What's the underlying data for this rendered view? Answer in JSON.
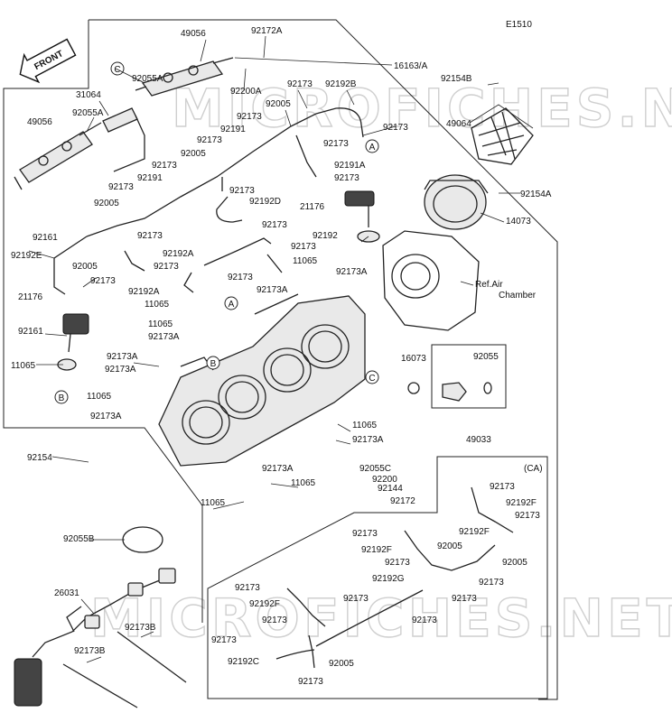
{
  "diagram_code": "E1510",
  "direction_label": "FRONT",
  "watermark": "MICROFICHES.NET",
  "callouts": [
    "C",
    "A",
    "B",
    "A",
    "B",
    "C"
  ],
  "notes": {
    "ref_air_chamber_line1": "Ref.Air",
    "ref_air_chamber_line2": "Chamber",
    "ca": "(CA)"
  },
  "part_labels": [
    "49056",
    "92172A",
    "16163/A",
    "92055A",
    "92200A",
    "31064",
    "92173",
    "92192B",
    "92055A",
    "49056",
    "92005",
    "92173",
    "92173",
    "92191",
    "92173",
    "92191A",
    "92005",
    "92173",
    "92173",
    "92191",
    "92173",
    "92173",
    "92173",
    "92005",
    "21176",
    "92192D",
    "92173",
    "92173",
    "92161",
    "92192",
    "92192E",
    "92005",
    "92192A",
    "92173",
    "92173",
    "11065",
    "92173A",
    "92173",
    "92192A",
    "92173",
    "11065",
    "92173A",
    "21176",
    "11065",
    "92173A",
    "92161",
    "11065",
    "92173A",
    "92154B",
    "49064",
    "92154A",
    "14073",
    "16073",
    "92055",
    "49033",
    "92173A",
    "11065",
    "92173A",
    "11065",
    "92154",
    "92173A",
    "92055C",
    "92200",
    "92173A",
    "11065",
    "92144",
    "92172",
    "11065",
    "92173",
    "92192F",
    "92173",
    "92173",
    "92192F",
    "92192F",
    "92005",
    "92173",
    "92005",
    "92173",
    "92173",
    "92192G",
    "92173",
    "92192F",
    "92173",
    "92173",
    "92173",
    "92173",
    "92192C",
    "92005",
    "92173",
    "92055B",
    "26031",
    "92173B",
    "92173B"
  ]
}
